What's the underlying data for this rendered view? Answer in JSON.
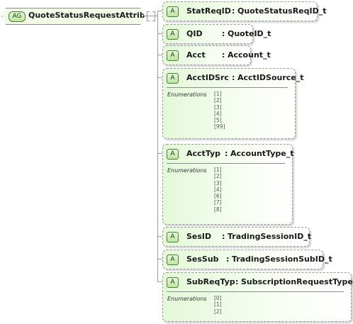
{
  "group": {
    "badge": "AG",
    "title": "QuoteStatusRequestAttributes"
  },
  "enumerations_label": "Enumerations",
  "attributes": [
    {
      "name": "StatReqID",
      "sep": ":",
      "type": "QuoteStatusReqID_t",
      "enumerations": []
    },
    {
      "name": "QID",
      "sep": ":",
      "type": "QuoteID_t",
      "enumerations": []
    },
    {
      "name": "Acct",
      "sep": ":",
      "type": "Account_t",
      "enumerations": []
    },
    {
      "name": "AcctIDSrc",
      "sep": ":",
      "type": "AcctIDSource_t",
      "enumerations": [
        "[1]",
        "[2]",
        "[3]",
        "[4]",
        "[5]",
        "[99]"
      ]
    },
    {
      "name": "AcctTyp",
      "sep": ":",
      "type": "AccountType_t",
      "enumerations": [
        "[1]",
        "[2]",
        "[3]",
        "[4]",
        "[6]",
        "[7]",
        "[8]"
      ]
    },
    {
      "name": "SesID",
      "sep": ":",
      "type": "TradingSessionID_t",
      "enumerations": []
    },
    {
      "name": "SesSub",
      "sep": ":",
      "type": "TradingSessionSubID_t",
      "enumerations": []
    },
    {
      "name": "SubReqTyp",
      "sep": ":",
      "type": "SubscriptionRequestType_t",
      "enumerations": [
        "[0]",
        "[1]",
        "[2]"
      ]
    }
  ],
  "attribute_badge": "A"
}
